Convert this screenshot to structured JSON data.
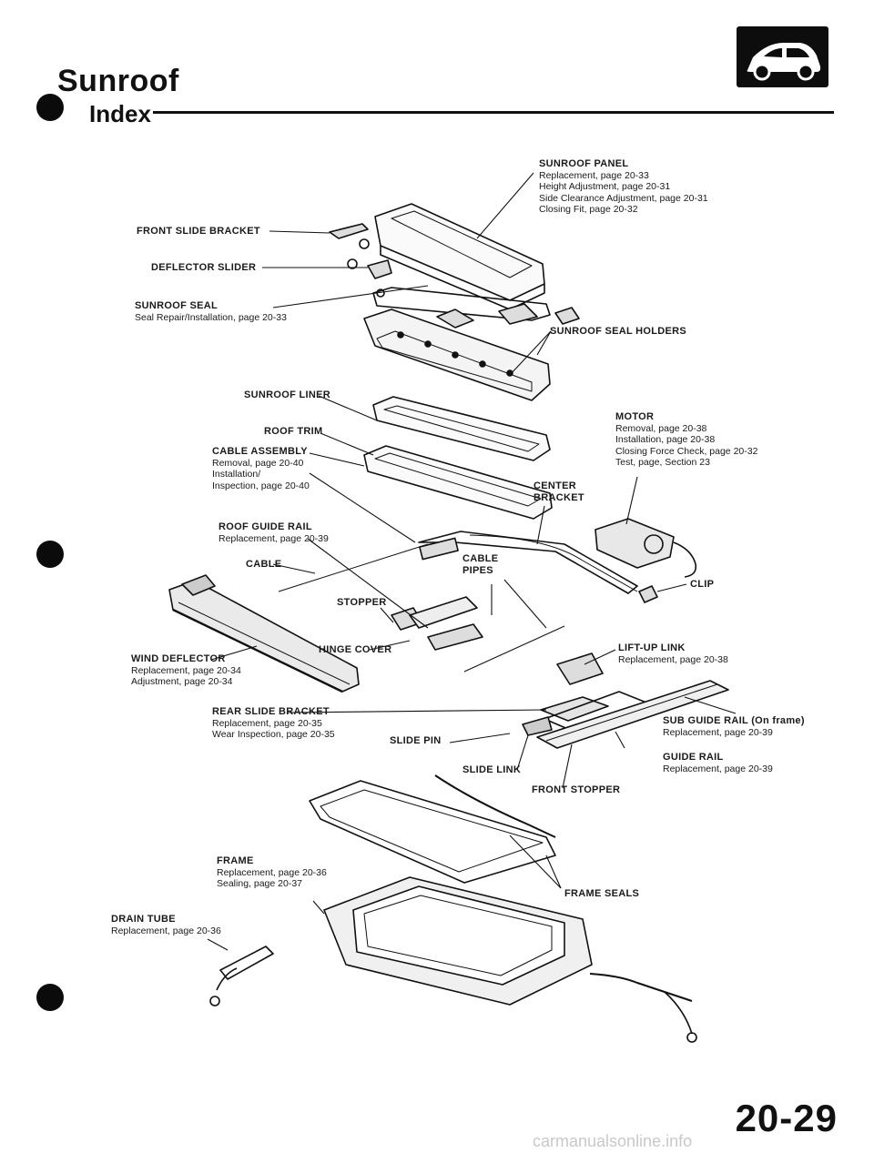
{
  "header": {
    "title": "Sunroof",
    "section": "Index"
  },
  "labels": {
    "sunroof_panel": {
      "name": "SUNROOF PANEL",
      "lines": [
        "Replacement, page 20-33",
        "Height Adjustment, page 20-31",
        "Side Clearance Adjustment, page 20-31",
        "Closing Fit, page 20-32"
      ]
    },
    "front_slide_bracket": {
      "name": "FRONT SLIDE BRACKET"
    },
    "deflector_slider": {
      "name": "DEFLECTOR SLIDER"
    },
    "sunroof_seal": {
      "name": "SUNROOF SEAL",
      "lines": [
        "Seal Repair/Installation, page 20-33"
      ]
    },
    "sunroof_seal_holders": {
      "name": "SUNROOF SEAL HOLDERS"
    },
    "sunroof_liner": {
      "name": "SUNROOF LINER"
    },
    "motor": {
      "name": "MOTOR",
      "lines": [
        "Removal, page 20-38",
        "Installation, page 20-38",
        "Closing Force Check, page 20-32",
        "Test, page, Section 23"
      ]
    },
    "roof_trim": {
      "name": "ROOF TRIM"
    },
    "cable_assembly": {
      "name": "CABLE ASSEMBLY",
      "lines": [
        "Removal, page 20-40",
        "Installation/",
        "Inspection, page 20-40"
      ]
    },
    "center_bracket": {
      "name": "CENTER",
      "name2": "BRACKET"
    },
    "roof_guide_rail": {
      "name": "ROOF GUIDE RAIL",
      "lines": [
        "Replacement, page 20-39"
      ]
    },
    "cable": {
      "name": "CABLE"
    },
    "cable_pipes": {
      "name": "CABLE",
      "name2": "PIPES"
    },
    "clip": {
      "name": "CLIP"
    },
    "stopper": {
      "name": "STOPPER"
    },
    "hinge_cover": {
      "name": "HINGE COVER"
    },
    "lift_up_link": {
      "name": "LIFT-UP LINK",
      "lines": [
        "Replacement, page 20-38"
      ]
    },
    "wind_deflector": {
      "name": "WIND DEFLECTOR",
      "lines": [
        "Replacement, page 20-34",
        "Adjustment, page 20-34"
      ]
    },
    "rear_slide_bracket": {
      "name": "REAR SLIDE BRACKET",
      "lines": [
        "Replacement, page 20-35",
        "Wear Inspection, page 20-35"
      ]
    },
    "slide_pin": {
      "name": "SLIDE PIN"
    },
    "sub_guide_rail": {
      "name": "SUB GUIDE RAIL (On frame)",
      "lines": [
        "Replacement, page 20-39"
      ]
    },
    "guide_rail": {
      "name": "GUIDE RAIL",
      "lines": [
        "Replacement, page 20-39"
      ]
    },
    "slide_link": {
      "name": "SLIDE LINK"
    },
    "front_stopper": {
      "name": "FRONT STOPPER"
    },
    "frame": {
      "name": "FRAME",
      "lines": [
        "Replacement, page 20-36",
        "Sealing, page 20-37"
      ]
    },
    "frame_seals": {
      "name": "FRAME SEALS"
    },
    "drain_tube": {
      "name": "DRAIN TUBE",
      "lines": [
        "Replacement, page 20-36"
      ]
    }
  },
  "footer": {
    "page_number": "20-29",
    "watermark": "carmanualsonline.info"
  }
}
